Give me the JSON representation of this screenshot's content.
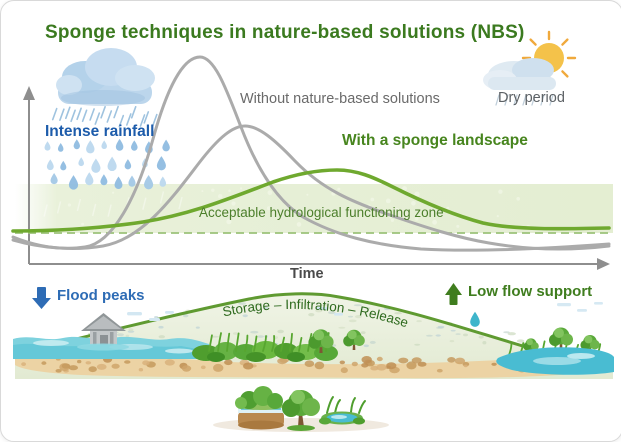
{
  "card": {
    "title": "Sponge techniques in nature-based solutions (NBS)"
  },
  "chart": {
    "rain_label": "Intense rainfall",
    "dry_label": "Dry period",
    "without_label": "Without nature-based solutions",
    "sponge_label": "With a sponge landscape",
    "zone_label": "Acceptable hydrological functioning zone",
    "x_axis_label": "Time"
  },
  "landscape": {
    "flood_label": "Flood peaks",
    "low_flow_label": "Low flow support",
    "process_label": "Storage – Infiltration – Release"
  },
  "icons": {
    "rain_cloud": "rain-cloud-icon",
    "sun_behind_cloud": "sun-behind-cloud-icon",
    "flood_arrow": "arrow-down-icon",
    "low_flow_arrow": "arrow-up-icon",
    "flooded_house": "flooded-house-icon",
    "soil_profile": "soil-profile-icon",
    "tree": "tree-icon",
    "wetland_basin": "wetland-basin-icon"
  },
  "colors": {
    "title_green": "#3b7a1f",
    "curve_green": "#6fa92f",
    "curve_gray": "#ababab",
    "rain_blue": "#1d5cab",
    "flood_blue": "#2e6cb5",
    "low_flow_green": "#3f7d1e",
    "zone_fill": "#e6efd6",
    "dashed_green": "#9cc27a",
    "soil_tan": "#ecd3a4",
    "water_teal": "#5fc6d6"
  },
  "chart_data": {
    "type": "line",
    "xlabel": "Time",
    "ylabel": "",
    "grid": false,
    "legend_position": "inline-annotations",
    "x": [
      0,
      1,
      2,
      3,
      4,
      5,
      6,
      7,
      8,
      9,
      10
    ],
    "series": [
      {
        "name": "Without nature-based solutions (flashy peak)",
        "color": "#ababab",
        "values": [
          0.08,
          0.05,
          0.32,
          1.0,
          0.45,
          0.18,
          0.08,
          0.04,
          0.02,
          0.03,
          0.05
        ]
      },
      {
        "name": "Without nature-based solutions (secondary peak)",
        "color": "#ababab",
        "values": [
          0.07,
          0.04,
          0.18,
          0.48,
          0.62,
          0.46,
          0.28,
          0.14,
          0.05,
          0.02,
          0.04
        ]
      },
      {
        "name": "With a sponge landscape",
        "color": "#6fa92f",
        "values": [
          0.12,
          0.13,
          0.16,
          0.22,
          0.3,
          0.36,
          0.35,
          0.28,
          0.2,
          0.15,
          0.14
        ]
      }
    ],
    "baseline": {
      "label": "Acceptable hydrological functioning zone",
      "style": "dashed",
      "value": 0.1
    },
    "annotations": [
      "Intense rainfall",
      "Dry period"
    ]
  }
}
